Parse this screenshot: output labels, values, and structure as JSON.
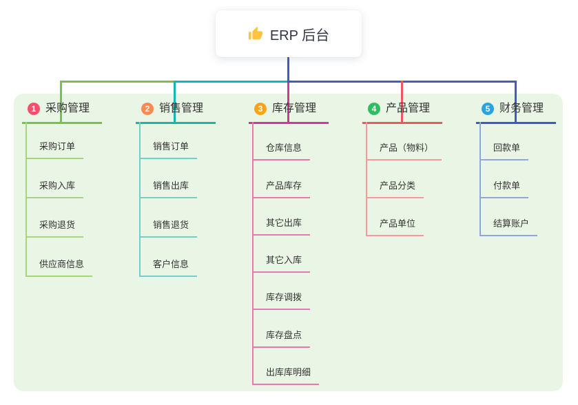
{
  "root": {
    "label": "ERP 后台",
    "icon": "thumbs-up-icon",
    "icon_color": "#FFC33F"
  },
  "branches": [
    {
      "index": "1",
      "label": "采购管理",
      "badge_color": "#F4516C",
      "accent": "#7FBF44",
      "accent_light": "#A6D47F",
      "children": [
        "采购订单",
        "采购入库",
        "采购退货",
        "供应商信息"
      ]
    },
    {
      "index": "2",
      "label": "销售管理",
      "badge_color": "#FA8B4E",
      "accent": "#16B6AE",
      "accent_light": "#72CFC9",
      "children": [
        "销售订单",
        "销售出库",
        "销售退货",
        "客户信息"
      ]
    },
    {
      "index": "3",
      "label": "库存管理",
      "badge_color": "#FCA417",
      "accent": "#D3378E",
      "accent_light": "#E878B2",
      "children": [
        "仓库信息",
        "产品库存",
        "其它出库",
        "其它入库",
        "库存调拨",
        "库存盘点",
        "出库库明细"
      ]
    },
    {
      "index": "4",
      "label": "产品管理",
      "badge_color": "#2EBE60",
      "accent": "#F2555E",
      "accent_light": "#F59B9B",
      "children": [
        "产品（物料）",
        "产品分类",
        "产品单位"
      ]
    },
    {
      "index": "5",
      "label": "财务管理",
      "badge_color": "#2AA4DE",
      "accent": "#3E57C9",
      "accent_light": "#8FA6DC",
      "children": [
        "回款单",
        "付款单",
        "结算账户"
      ]
    }
  ],
  "colors": {
    "canvas_bg": "#FFFFFF",
    "panel_bg": "#EAF6E5",
    "root_connector": "#4457CB",
    "text": "#333333"
  }
}
